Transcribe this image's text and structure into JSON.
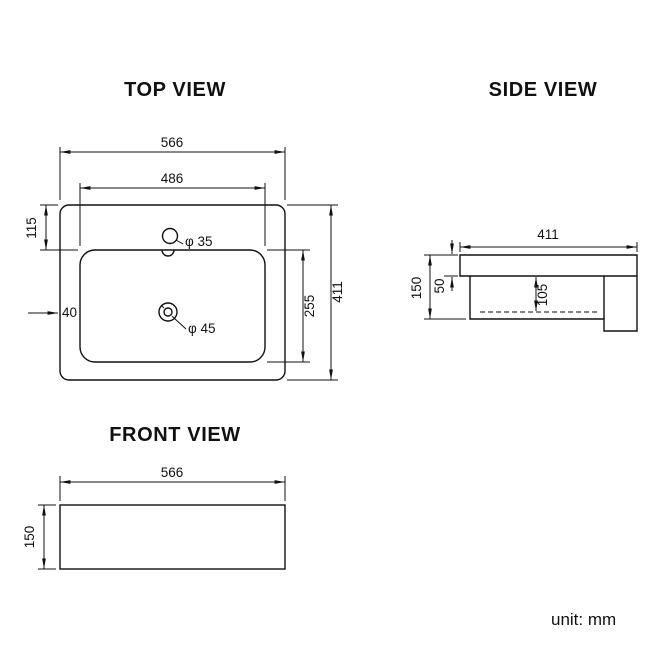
{
  "unit_label": "unit: mm",
  "views": {
    "top": {
      "title": "TOP VIEW",
      "dims": {
        "outer_width": "566",
        "inner_width": "486",
        "tap_offset": "115",
        "rim_width": "40",
        "bowl_height": "255",
        "outer_height": "411",
        "tap_hole_dia": "φ 35",
        "drain_hole_dia": "φ 45"
      }
    },
    "side": {
      "title": "SIDE VIEW",
      "dims": {
        "depth": "411",
        "rim_thickness": "50",
        "overall_height": "150",
        "inner_depth": "105"
      }
    },
    "front": {
      "title": "FRONT VIEW",
      "dims": {
        "width": "566",
        "height": "150"
      }
    }
  }
}
